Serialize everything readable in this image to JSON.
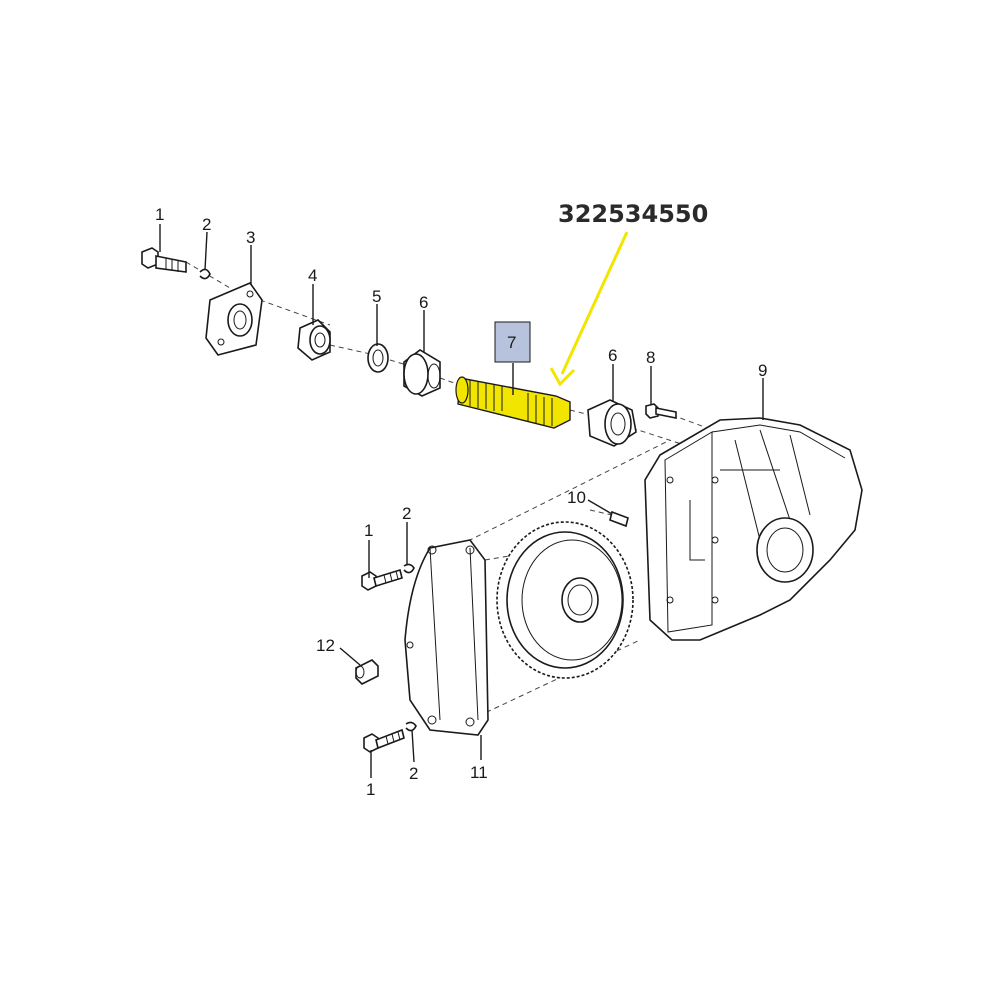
{
  "part_number": "322534550",
  "highlight": {
    "item_label": "7",
    "color": "#f2e600",
    "box_color": "#b7c2dd"
  },
  "callouts": {
    "bolt_top": "1",
    "washer_top": "2",
    "flange": "3",
    "spacer": "4",
    "ring": "5",
    "bearing_left": "6",
    "shaft": "7",
    "bearing_right": "6",
    "screw": "8",
    "housing": "9",
    "pin": "10",
    "bolt_mid": "1",
    "washer_mid": "2",
    "plug": "12",
    "cover": "11",
    "bolt_bottom": "1",
    "washer_bottom": "2"
  }
}
